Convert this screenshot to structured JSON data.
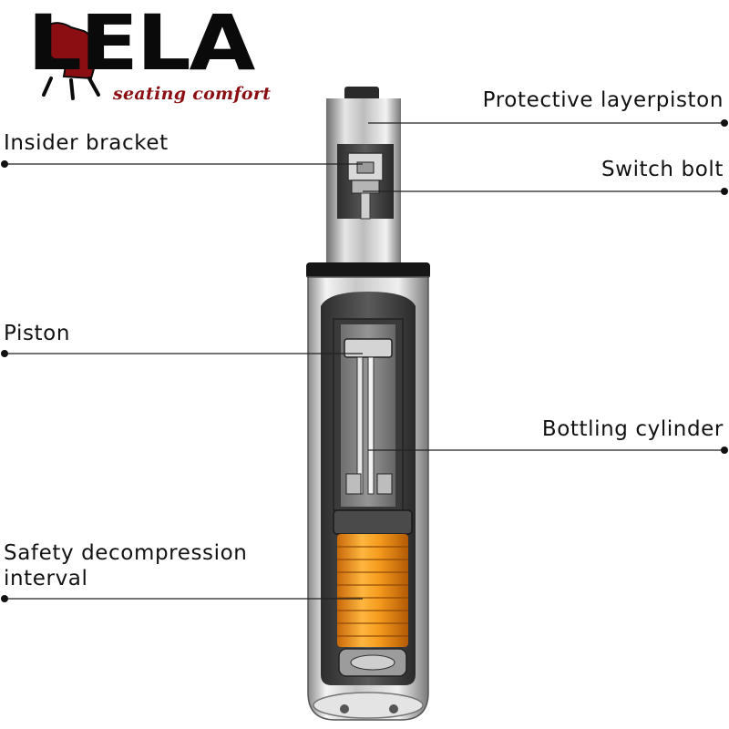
{
  "logo": {
    "wordmark": "LELA",
    "tagline": "seating comfort",
    "color_primary": "#0a0a0a",
    "color_accent": "#8b0f12"
  },
  "labels": {
    "protective_layer_piston": "Protective layerpiston",
    "insider_bracket": "Insider bracket",
    "switch_bolt": "Switch bolt",
    "piston": "Piston",
    "bottling_cylinder": "Bottling cylinder",
    "safety_line1": "Safety decompression",
    "safety_line2": "interval"
  },
  "colors": {
    "metal": "#b9b9b9",
    "metal_dark": "#4a4a4a",
    "spring_orange": "#f39a1c",
    "leader_line": "#222222"
  }
}
